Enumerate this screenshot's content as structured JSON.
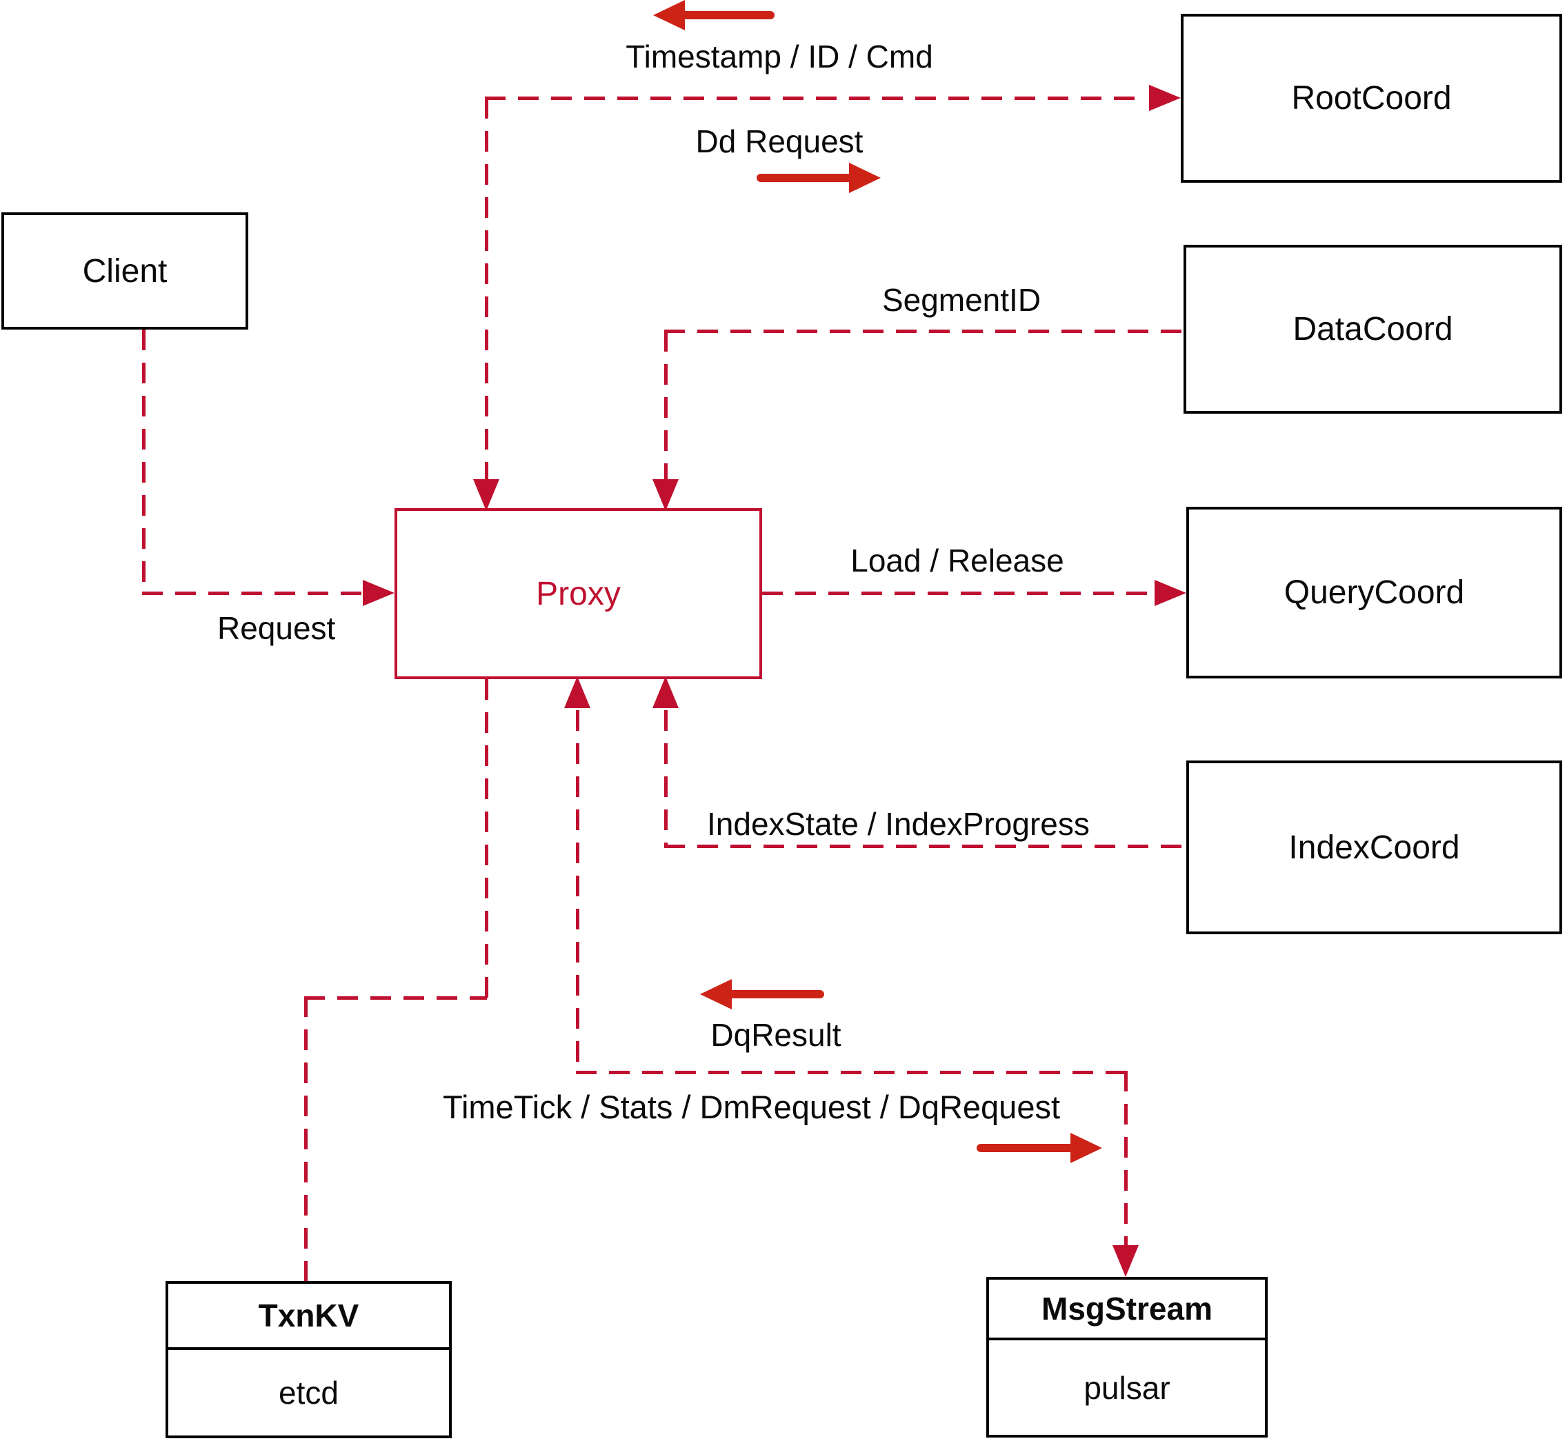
{
  "colors": {
    "dash_red": "#c01030",
    "arrow_red": "#cd2317",
    "box_border": "#000000",
    "text": "#0a0a0a",
    "background": "#ffffff"
  },
  "nodes": {
    "client": {
      "label": "Client"
    },
    "proxy": {
      "label": "Proxy"
    },
    "root_coord": {
      "label": "RootCoord"
    },
    "data_coord": {
      "label": "DataCoord"
    },
    "query_coord": {
      "label": "QueryCoord"
    },
    "index_coord": {
      "label": "IndexCoord"
    },
    "txn_kv": {
      "title": "TxnKV",
      "implementation": "etcd"
    },
    "msg_stream": {
      "title": "MsgStream",
      "implementation": "pulsar"
    }
  },
  "edge_labels": {
    "timestamp_id_cmd": "Timestamp / ID / Cmd",
    "dd_request": "Dd Request",
    "segment_id": "SegmentID",
    "load_release": "Load / Release",
    "index_state_progress": "IndexState / IndexProgress",
    "request": "Request",
    "dq_result": "DqResult",
    "timetick_stats": "TimeTick / Stats / DmRequest / DqRequest"
  }
}
